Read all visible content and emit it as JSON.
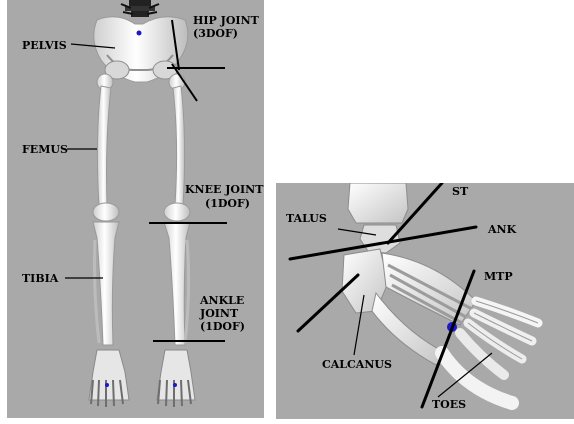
{
  "left_figure": {
    "labels": {
      "pelvis": "PELVIS",
      "hip_joint_line1": "HIP JOINT",
      "hip_joint_line2": "(3DOF)",
      "femus": "FEMUS",
      "knee_joint_line1": "KNEE JOINT",
      "knee_joint_line2": "(1DOF)",
      "tibia": "TIBIA",
      "ankle_joint_line1": "ANKLE",
      "ankle_joint_line2": "JOINT",
      "ankle_joint_line3": "(1DOF)"
    }
  },
  "right_figure": {
    "labels": {
      "st": "ST",
      "talus": "TALUS",
      "ank": "ANK",
      "mtp": "MTP",
      "calcanus": "CALCANUS",
      "toes": "TOES"
    }
  },
  "colors": {
    "panel_background": "#a9a9a9",
    "bone": "#f2f2f2",
    "bone_shade": "#c8c8c8",
    "joint_marker": "#1a1acc",
    "axis_line": "#000000"
  }
}
